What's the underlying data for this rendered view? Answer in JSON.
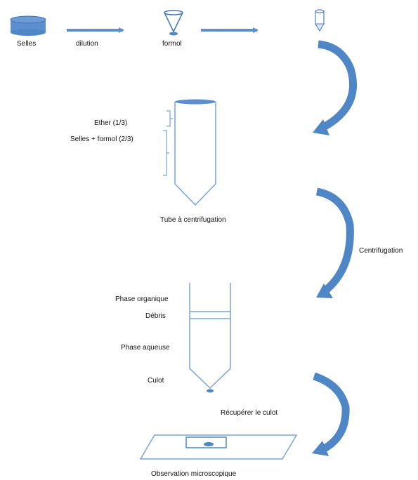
{
  "colors": {
    "fill": "#5b8fd0",
    "fill_dark": "#3f74b8",
    "outline": "#7aa3d6",
    "arrow": "#4f86c6"
  },
  "labels": {
    "selles": "Selles",
    "dilution": "dilution",
    "formol": "formol",
    "ether": "Ether (1/3)",
    "selles_formol": "Selles + formol (2/3)",
    "tube_centrifugation": "Tube à centrifugation",
    "centrifugation": "Centrifugation",
    "phase_organique": "Phase organique",
    "debris": "Débris",
    "phase_aqueuse": "Phase aqueuse",
    "culot": "Culot",
    "recuperer": "Récupérer le culot",
    "observation": "Observation microscopique"
  }
}
